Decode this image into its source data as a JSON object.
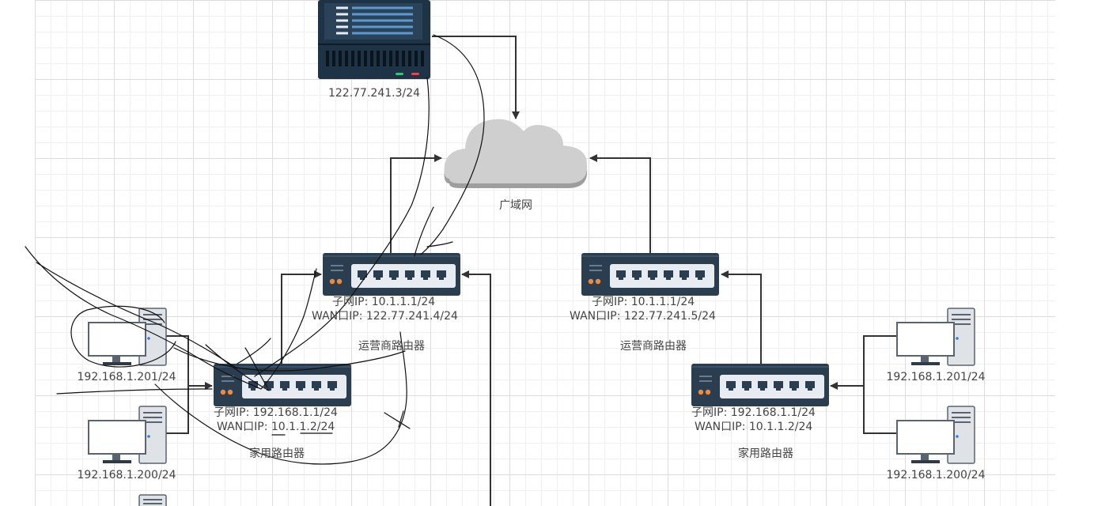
{
  "server": {
    "ip_label": "122.77.241.3/24"
  },
  "wan": {
    "label": "广域网"
  },
  "left": {
    "isp_router": {
      "subnet_ip": "子网IP:   10.1.1.1/24",
      "wan_ip": "WAN口IP:  122.77.241.4/24",
      "name": "运营商路由器"
    },
    "home_router": {
      "subnet_ip": "子网IP:   192.168.1.1/24",
      "wan_ip": "WAN口IP:  10.1.1.2/24",
      "name": "家用路由器"
    },
    "pcs": [
      {
        "ip_label": "192.168.1.201/24"
      },
      {
        "ip_label": "192.168.1.200/24"
      }
    ]
  },
  "right": {
    "isp_router": {
      "subnet_ip": "子网IP:   10.1.1.1/24",
      "wan_ip": "WAN口IP:  122.77.241.5/24",
      "name": "运营商路由器"
    },
    "home_router": {
      "subnet_ip": "子网IP:   192.168.1.1/24",
      "wan_ip": "WAN口IP:  10.1.1.2/24",
      "name": "家用路由器"
    },
    "pcs": [
      {
        "ip_label": "192.168.1.201/24"
      },
      {
        "ip_label": "192.168.1.200/24"
      }
    ]
  },
  "colors": {
    "device_dark": "#2b3e50",
    "port_panel": "#e6ecf2",
    "link": "#333333",
    "cloud": "#cfcfcf",
    "ink": "#111111"
  }
}
